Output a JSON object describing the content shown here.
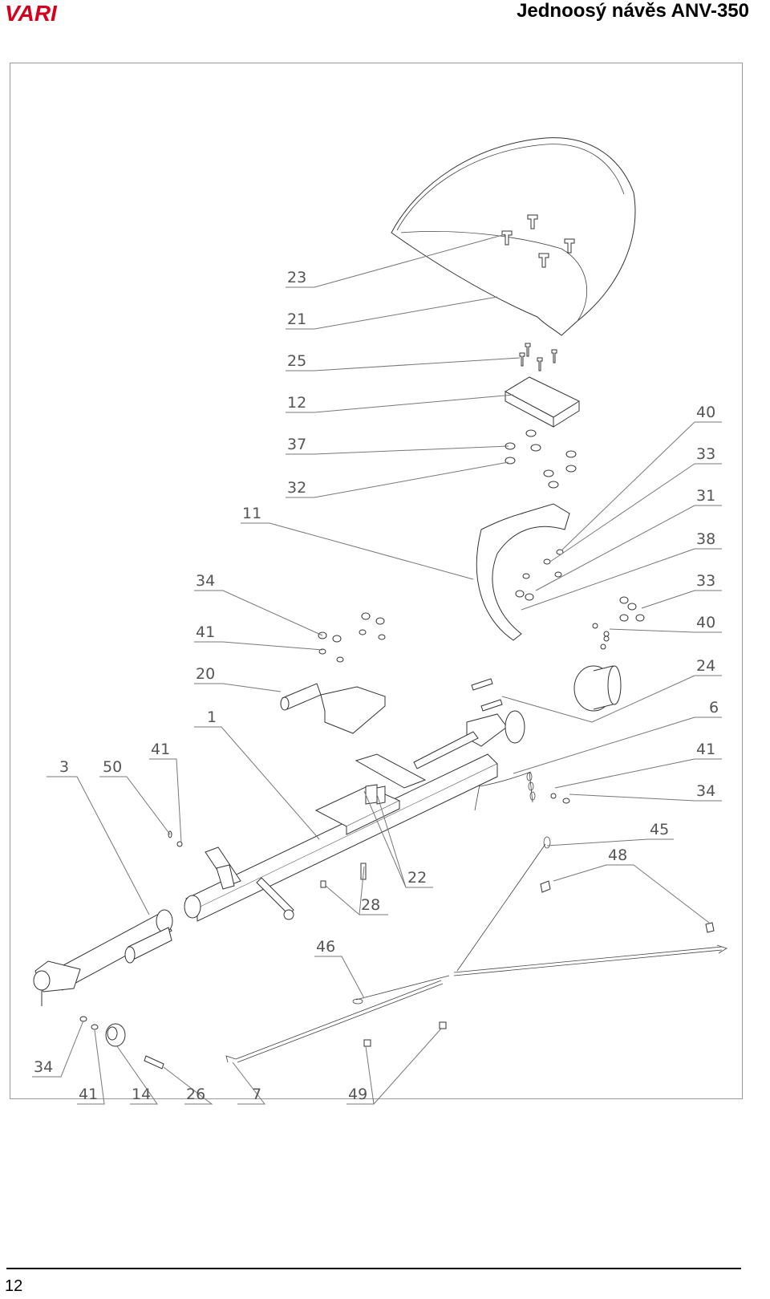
{
  "header": {
    "brand": "VARI",
    "title": "Jednoosý návěs ANV-350"
  },
  "footer": {
    "page_number": "12"
  },
  "drawing": {
    "labels": [
      {
        "id": "lbl-23",
        "text": "23"
      },
      {
        "id": "lbl-21",
        "text": "21"
      },
      {
        "id": "lbl-25",
        "text": "25"
      },
      {
        "id": "lbl-12",
        "text": "12"
      },
      {
        "id": "lbl-37",
        "text": "37"
      },
      {
        "id": "lbl-32",
        "text": "32"
      },
      {
        "id": "lbl-11",
        "text": "11"
      },
      {
        "id": "lbl-34a",
        "text": "34"
      },
      {
        "id": "lbl-41a",
        "text": "41"
      },
      {
        "id": "lbl-20",
        "text": "20"
      },
      {
        "id": "lbl-1",
        "text": "1"
      },
      {
        "id": "lbl-41b",
        "text": "41"
      },
      {
        "id": "lbl-3",
        "text": "3"
      },
      {
        "id": "lbl-50",
        "text": "50"
      },
      {
        "id": "lbl-40a",
        "text": "40"
      },
      {
        "id": "lbl-33a",
        "text": "33"
      },
      {
        "id": "lbl-31",
        "text": "31"
      },
      {
        "id": "lbl-38",
        "text": "38"
      },
      {
        "id": "lbl-33b",
        "text": "33"
      },
      {
        "id": "lbl-40b",
        "text": "40"
      },
      {
        "id": "lbl-24",
        "text": "24"
      },
      {
        "id": "lbl-6",
        "text": "6"
      },
      {
        "id": "lbl-41c",
        "text": "41"
      },
      {
        "id": "lbl-34b",
        "text": "34"
      },
      {
        "id": "lbl-45",
        "text": "45"
      },
      {
        "id": "lbl-48",
        "text": "48"
      },
      {
        "id": "lbl-22",
        "text": "22"
      },
      {
        "id": "lbl-28",
        "text": "28"
      },
      {
        "id": "lbl-46",
        "text": "46"
      },
      {
        "id": "lbl-34c",
        "text": "34"
      },
      {
        "id": "lbl-41d",
        "text": "41"
      },
      {
        "id": "lbl-14",
        "text": "14"
      },
      {
        "id": "lbl-26",
        "text": "26"
      },
      {
        "id": "lbl-7",
        "text": "7"
      },
      {
        "id": "lbl-49",
        "text": "49"
      }
    ]
  }
}
